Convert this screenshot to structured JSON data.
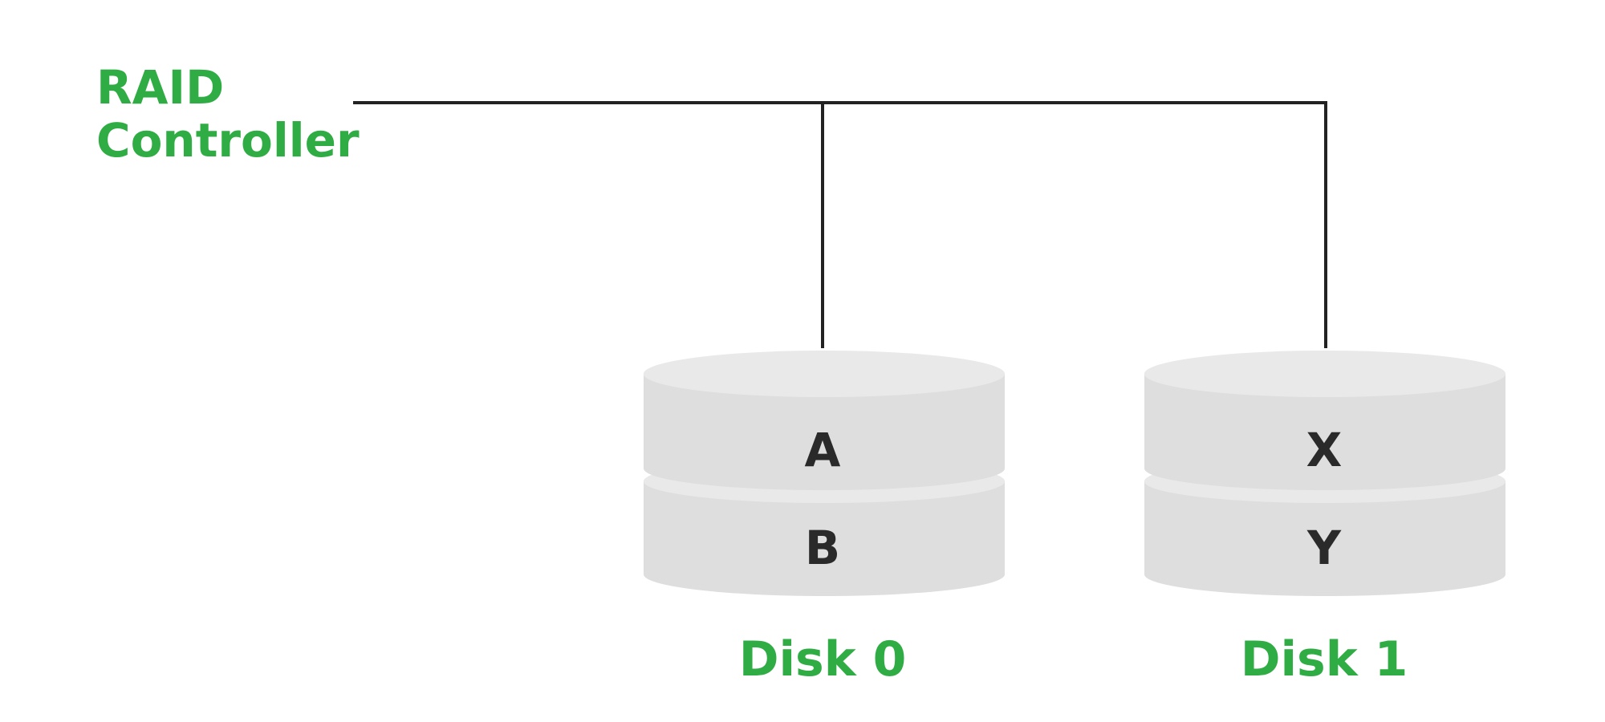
{
  "controller": {
    "label_line1": "RAID",
    "label_line2": "Controller"
  },
  "disks": [
    {
      "label": "Disk 0",
      "blocks": [
        "A",
        "B"
      ]
    },
    {
      "label": "Disk 1",
      "blocks": [
        "X",
        "Y"
      ]
    }
  ],
  "colors": {
    "accent_green": "#2fac44",
    "disk_fill": "#dedede",
    "disk_highlight": "#e9e9e9",
    "line": "#222222",
    "text_dark": "#2a2a2a"
  }
}
